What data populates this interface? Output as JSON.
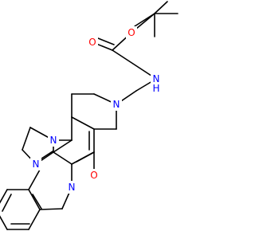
{
  "structure": {
    "atoms": {
      "carbonyl_O_carbamate": "O",
      "ether_O": "O",
      "amide_NH": "N",
      "amide_H": "H",
      "piperidine_N": "N",
      "ring_N_top": "N",
      "imine_N": "N",
      "ring_N_benzyl": "N",
      "lactam_O": "O"
    },
    "colors": {
      "carbon": "#000000",
      "oxygen": "#ff0000",
      "nitrogen": "#0000ff",
      "hydrogen": "#0000ff"
    }
  }
}
